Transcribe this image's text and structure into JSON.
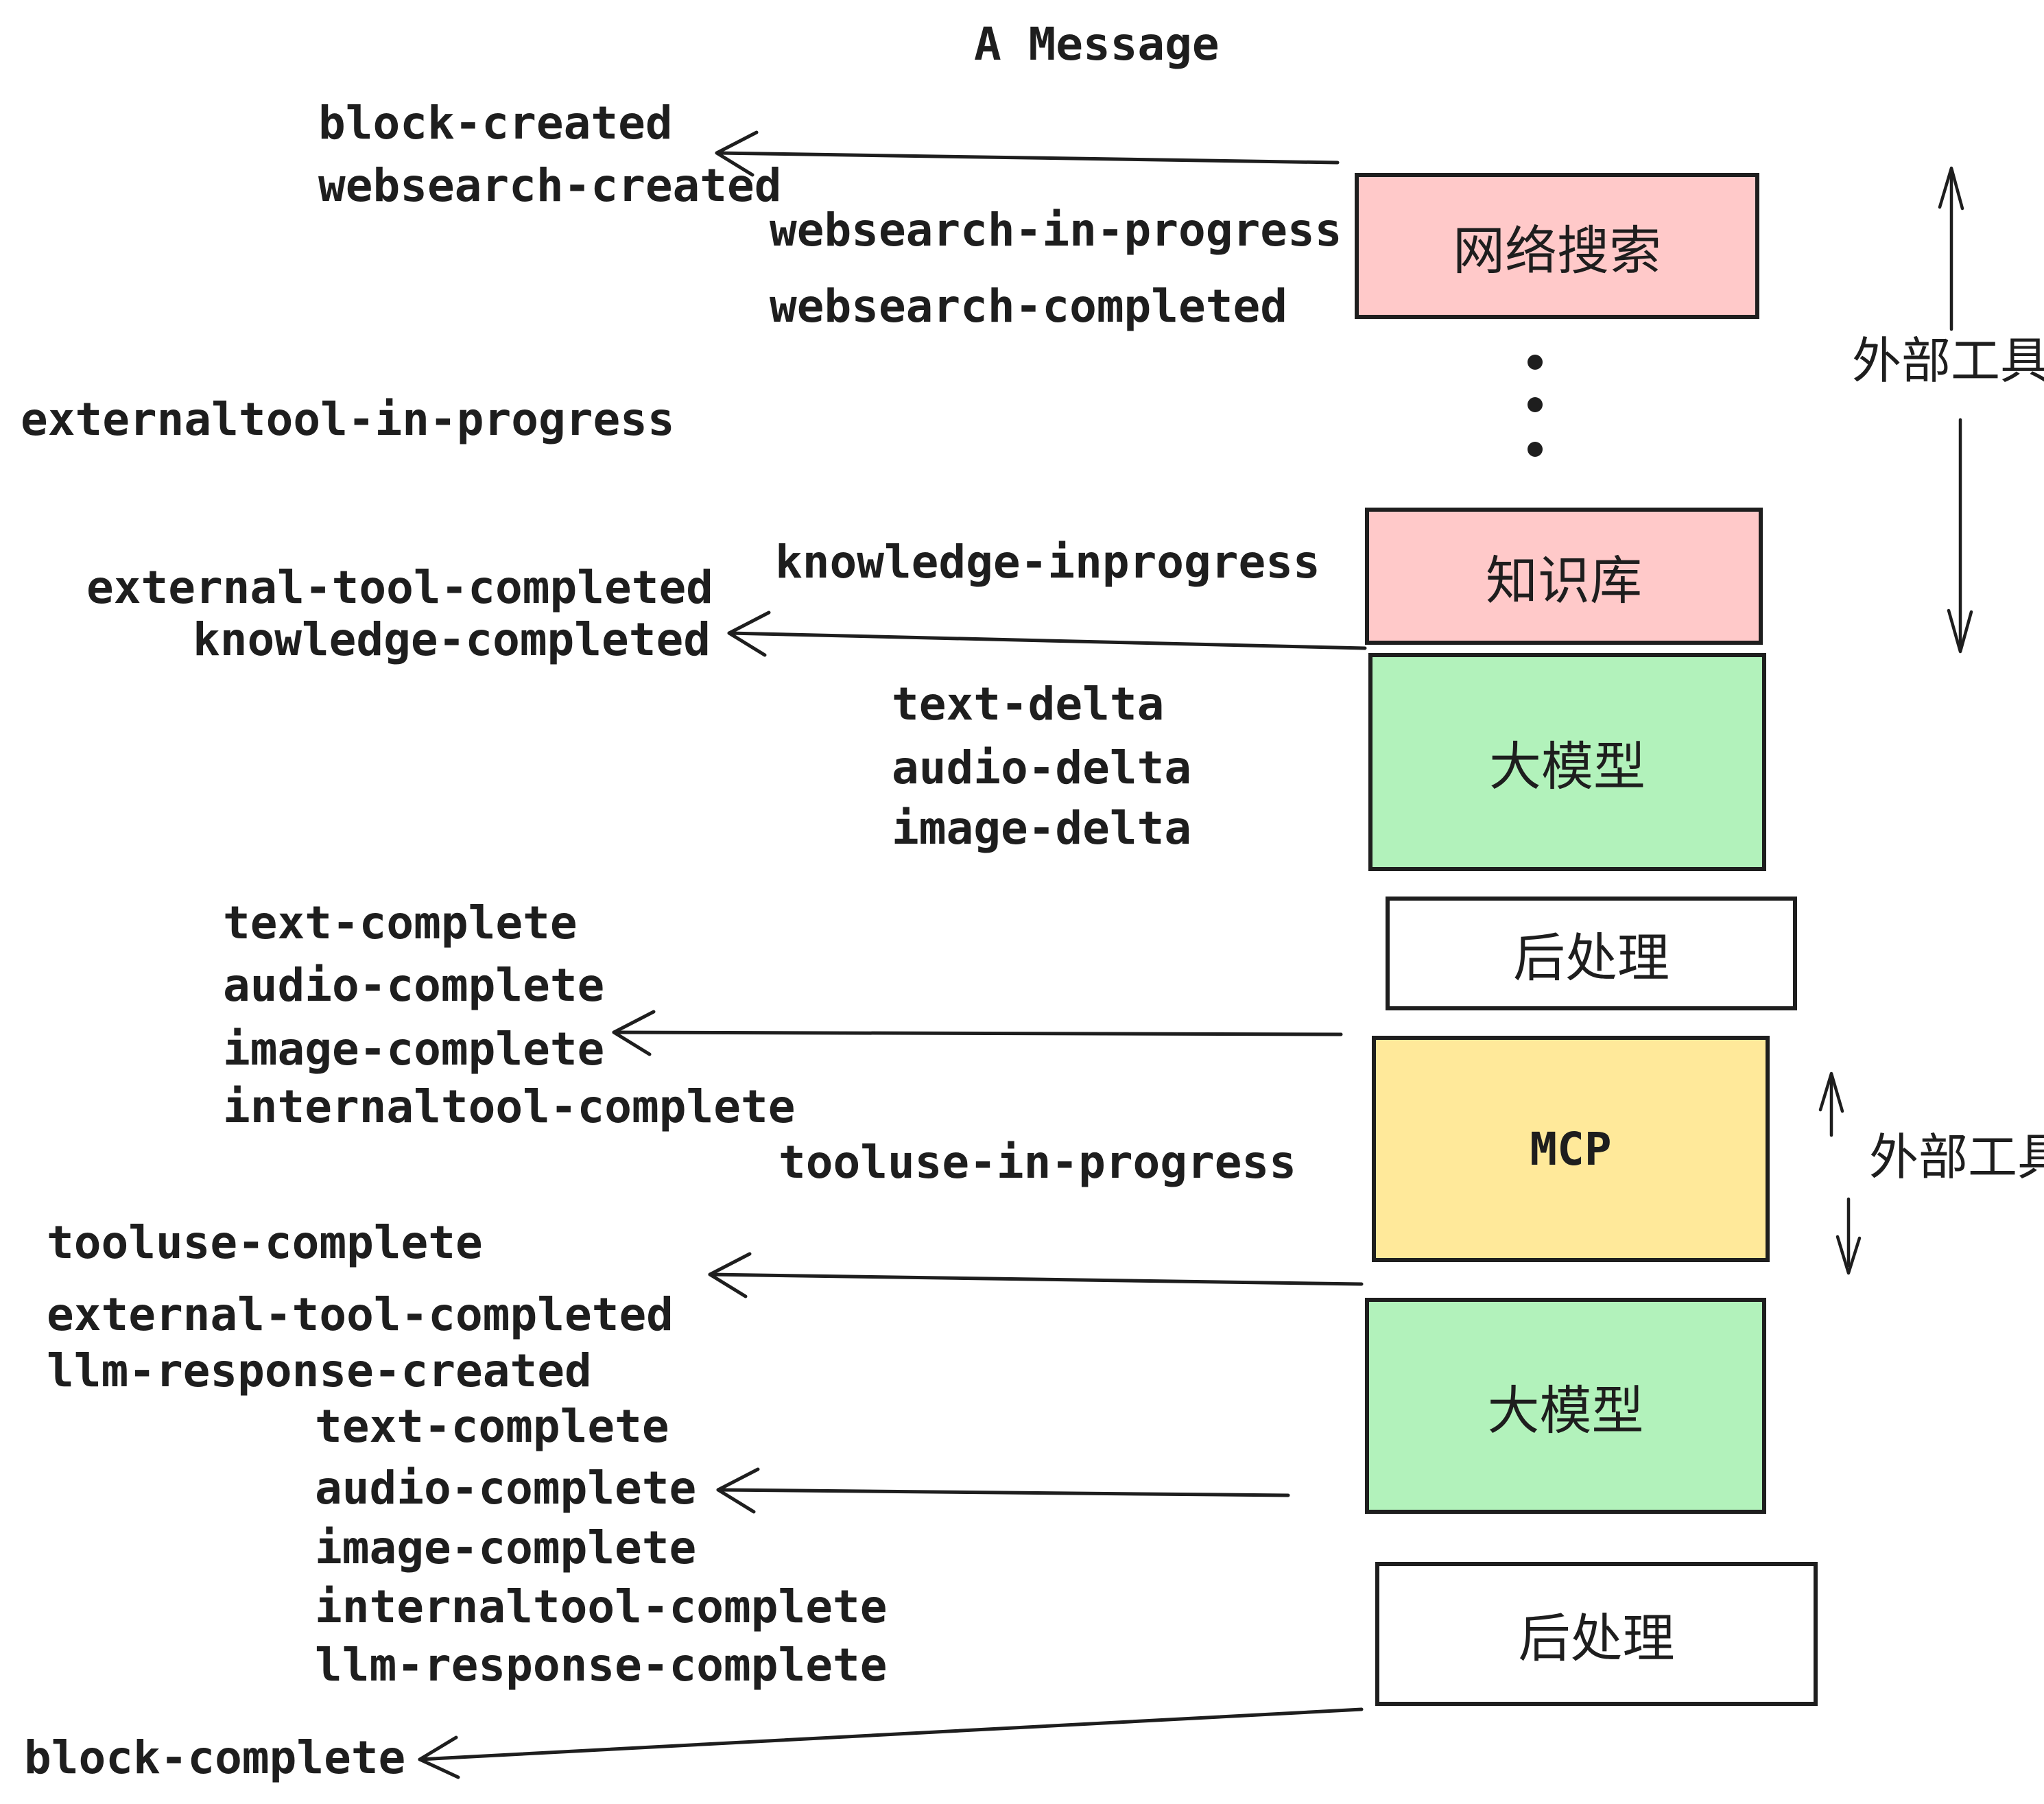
{
  "title": "A Message",
  "colors": {
    "ink": "#1e1e1e",
    "pink_box": "#ffc9c9",
    "green_box": "#b2f2bb",
    "yellow_box": "#ffe99a",
    "white_box": "#ffffff",
    "background": "#ffffff"
  },
  "boxes": {
    "websearch": {
      "label": "网络搜索"
    },
    "knowledge": {
      "label": "知识库"
    },
    "llm1": {
      "label": "大模型"
    },
    "post1": {
      "label": "后处理"
    },
    "mcp": {
      "label": "MCP"
    },
    "llm2": {
      "label": "大模型"
    },
    "post2": {
      "label": "后处理"
    }
  },
  "events": {
    "block_created": "block-created",
    "websearch_created": "websearch-created",
    "websearch_in_progress": "websearch-in-progress",
    "websearch_completed": "websearch-completed",
    "externaltool_in_progress": "externaltool-in-progress",
    "knowledge_inprogress": "knowledge-inprogress",
    "external_tool_completed_1": "external-tool-completed",
    "knowledge_completed": "knowledge-completed",
    "text_delta_1": "text-delta",
    "audio_delta_1": "audio-delta",
    "image_delta_1": "image-delta",
    "text_complete_1": "text-complete",
    "audio_complete_1": "audio-complete",
    "image_complete_1": "image-complete",
    "internaltool_complete_1": "internaltool-complete",
    "tooluse_in_progress": "tooluse-in-progress",
    "tooluse_complete": "tooluse-complete",
    "external_tool_completed_2": "external-tool-completed",
    "llm_response_created": "llm-response-created",
    "text_complete_2": "text-complete",
    "audio_complete_2": "audio-complete",
    "image_complete_2": "image-complete",
    "internaltool_complete_2": "internaltool-complete",
    "llm_response_complete": "llm-response-complete",
    "block_complete": "block-complete"
  },
  "annotations": {
    "external_tools_top": "外部工具",
    "external_tools_mcp": "外部工具"
  }
}
